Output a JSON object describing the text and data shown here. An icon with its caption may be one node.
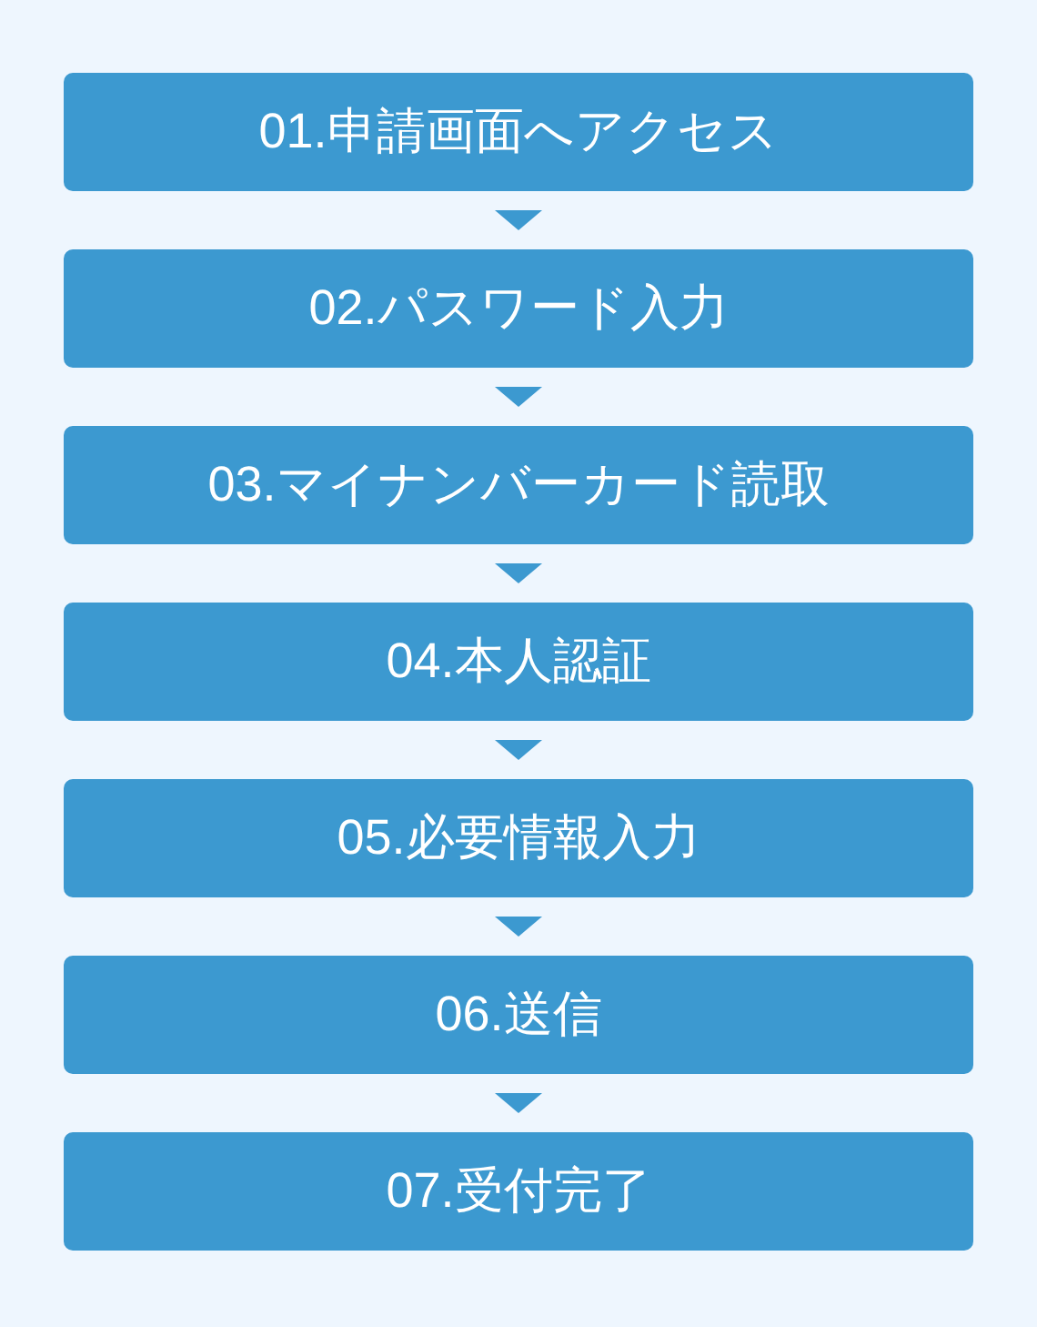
{
  "diagram": {
    "nodes": [
      {
        "text": [
          "01.申請画面へアクセス"
        ]
      },
      {
        "text": [
          "02.パスワード入力"
        ]
      },
      {
        "text": [
          "03.マイナンバーカード読取"
        ]
      },
      {
        "text": [
          "04.本人認証"
        ]
      },
      {
        "text": [
          "05.必要情報入力"
        ]
      },
      {
        "text": [
          "06.送信"
        ]
      },
      {
        "text": [
          "07.受付完了"
        ]
      }
    ],
    "edges": [
      {
        "from": 0,
        "to": 1,
        "arrow": "to"
      },
      {
        "from": 1,
        "to": 2,
        "arrow": "to"
      },
      {
        "from": 2,
        "to": 3,
        "arrow": "to"
      },
      {
        "from": 3,
        "to": 4,
        "arrow": "to"
      },
      {
        "from": 4,
        "to": 5,
        "arrow": "to"
      },
      {
        "from": 5,
        "to": 6,
        "arrow": "to"
      }
    ]
  }
}
